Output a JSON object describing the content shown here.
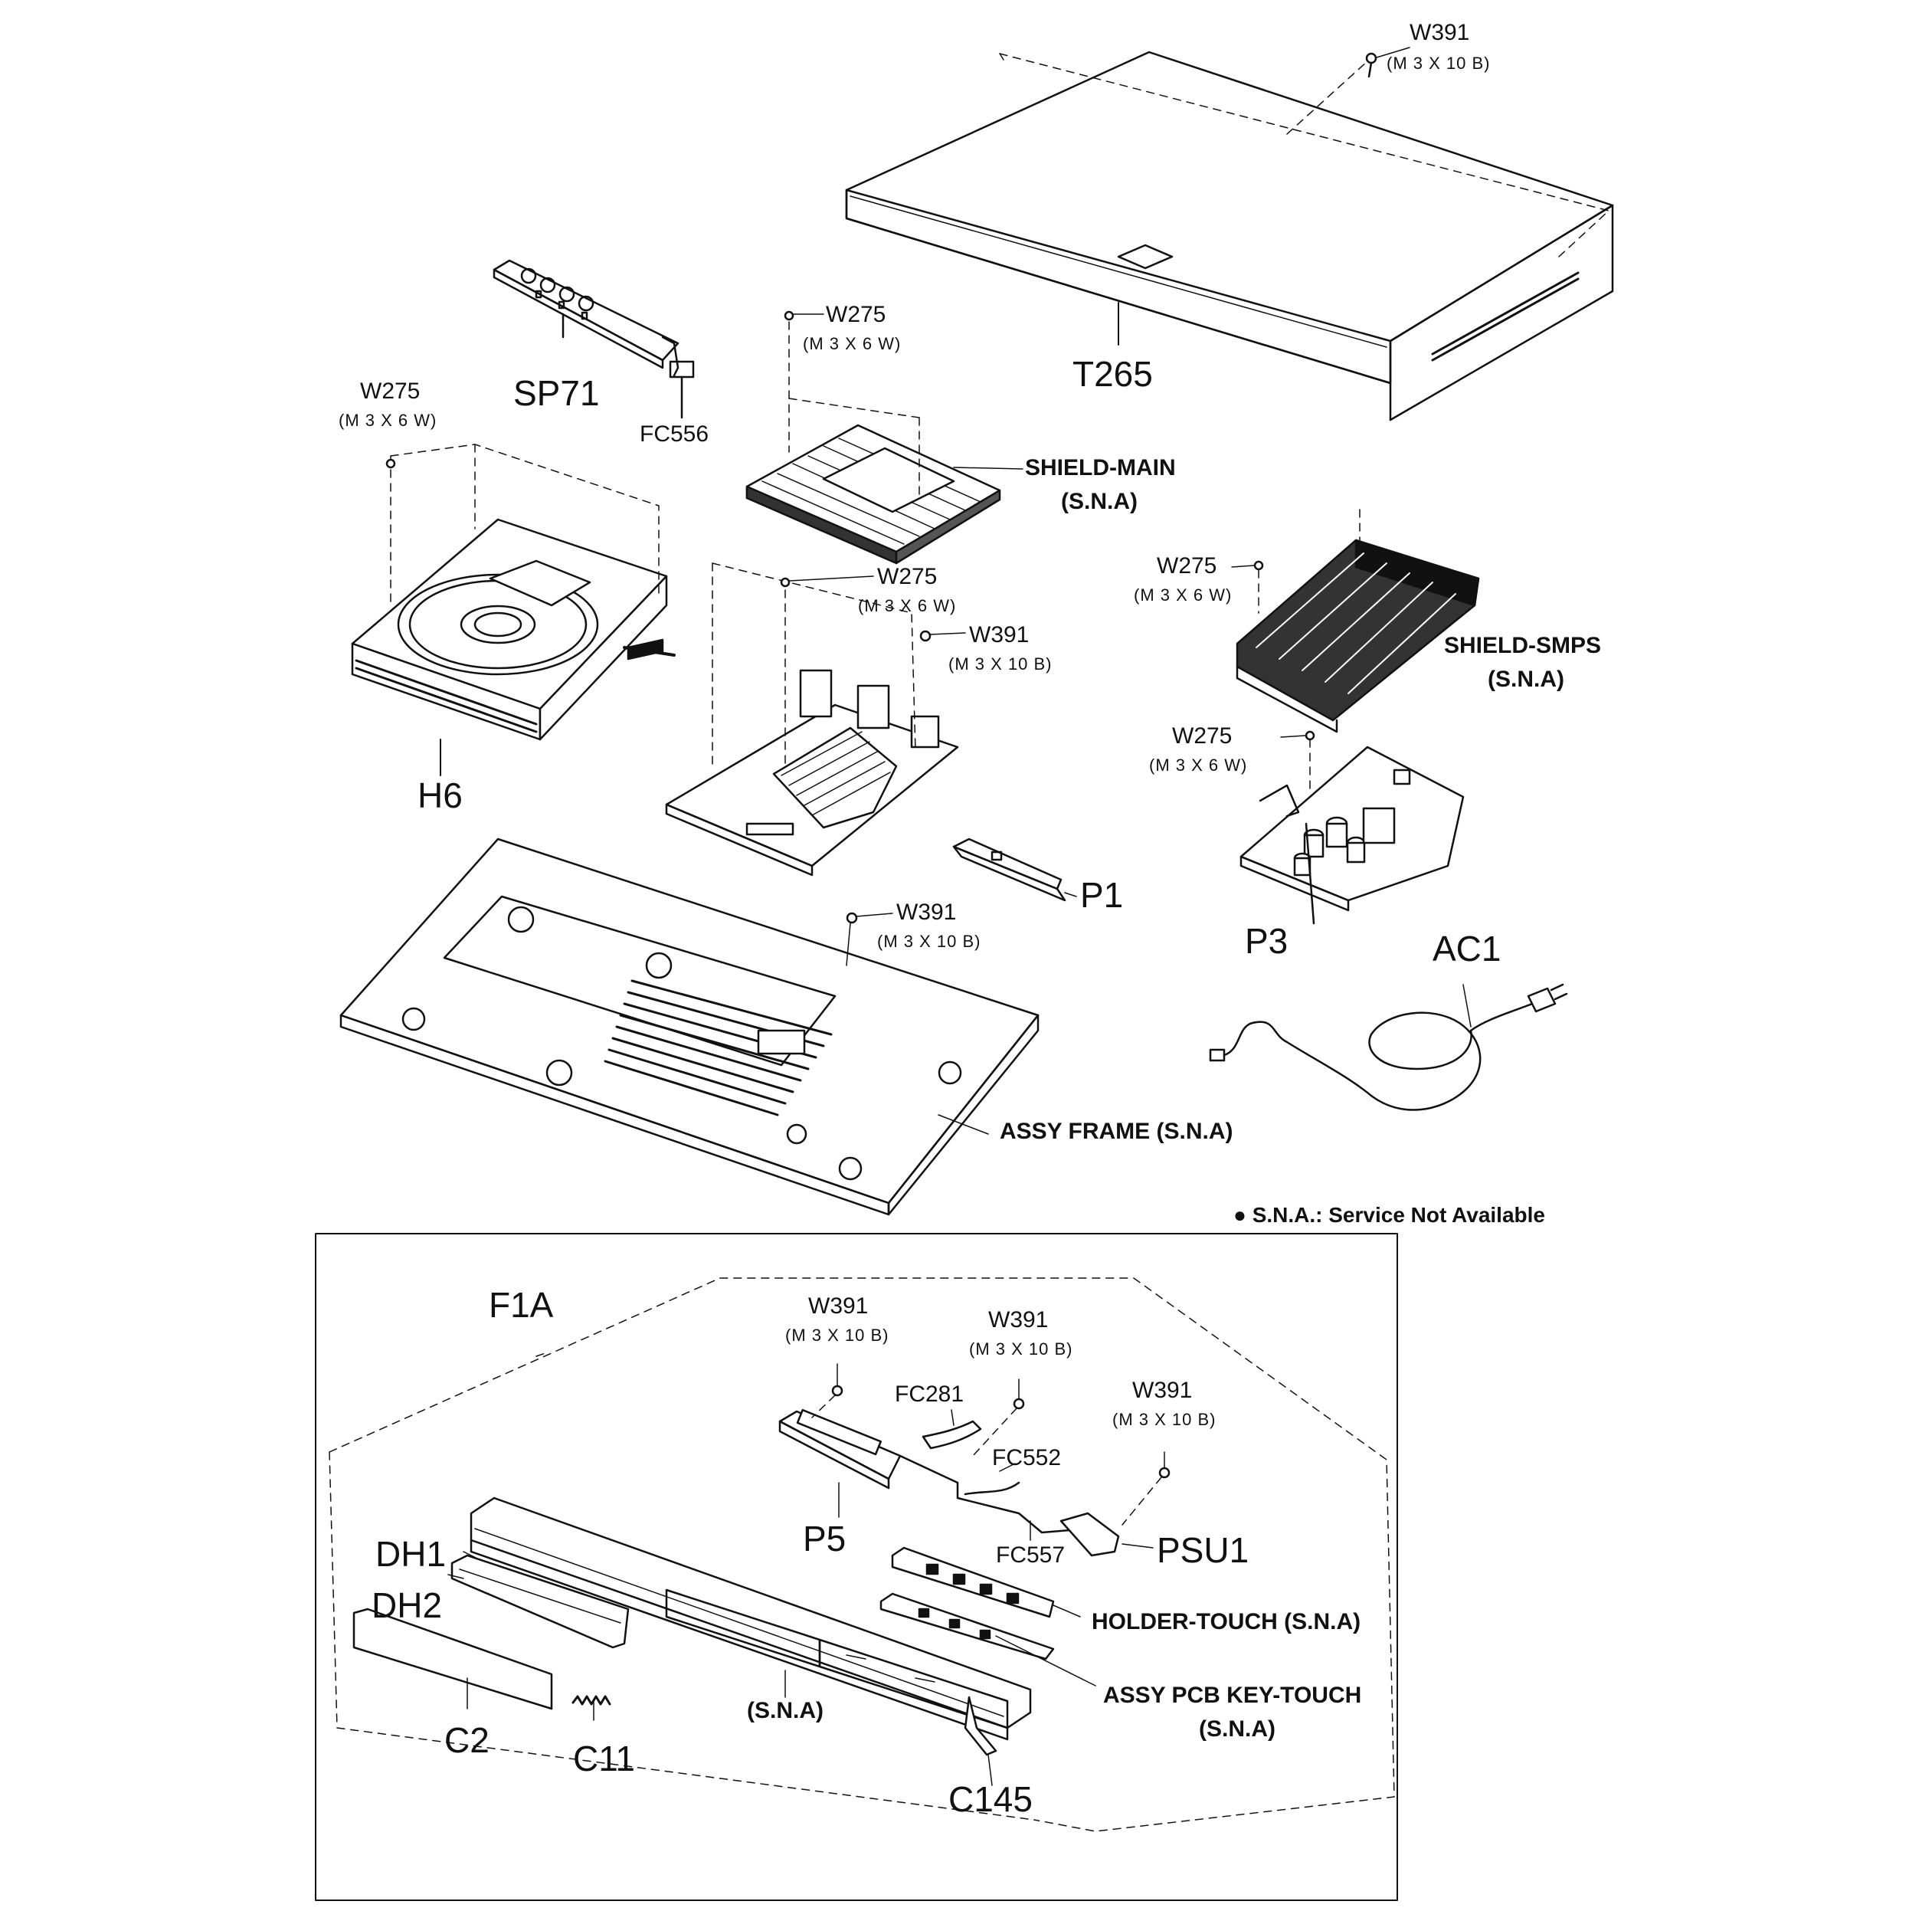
{
  "note": "● S.N.A.: Service Not Available",
  "labels": {
    "t265": "T265",
    "sp71": "SP71",
    "fc556": "FC556",
    "h6": "H6",
    "p1": "P1",
    "p3": "P3",
    "ac1": "AC1",
    "shield_main": "SHIELD-MAIN",
    "shield_main_sna": "(S.N.A)",
    "shield_smps": "SHIELD-SMPS",
    "shield_smps_sna": "(S.N.A)",
    "assy_frame": "ASSY FRAME (S.N.A)",
    "f1a": "F1A",
    "fc281": "FC281",
    "fc552": "FC552",
    "fc557": "FC557",
    "p5": "P5",
    "psu1": "PSU1",
    "dh1": "DH1",
    "dh2": "DH2",
    "c2": "C2",
    "c11": "C11",
    "c145": "C145",
    "panel_sna": "(S.N.A)",
    "holder_touch": "HOLDER-TOUCH (S.N.A)",
    "assy_pcb_key": "ASSY PCB KEY-TOUCH",
    "assy_pcb_key_sna": "(S.N.A)"
  },
  "screws": {
    "w391_top": {
      "ref": "W391",
      "spec": "(M 3 X 10 B)"
    },
    "w275_shield": {
      "ref": "W275",
      "spec": "(M 3 X 6 W)"
    },
    "w275_left": {
      "ref": "W275",
      "spec": "(M 3 X 6 W)"
    },
    "w275_main": {
      "ref": "W275",
      "spec": "(M 3 X 6 W)"
    },
    "w391_main": {
      "ref": "W391",
      "spec": "(M 3 X 10 B)"
    },
    "w275_smps": {
      "ref": "W275",
      "spec": "(M 3 X 6 W)"
    },
    "w275_p3": {
      "ref": "W275",
      "spec": "(M 3 X 6 W)"
    },
    "w391_frame": {
      "ref": "W391",
      "spec": "(M 3 X 10 B)"
    },
    "w391_f1": {
      "ref": "W391",
      "spec": "(M 3 X 10 B)"
    },
    "w391_f2": {
      "ref": "W391",
      "spec": "(M 3 X 10 B)"
    },
    "w391_f3": {
      "ref": "W391",
      "spec": "(M 3 X 10 B)"
    }
  }
}
